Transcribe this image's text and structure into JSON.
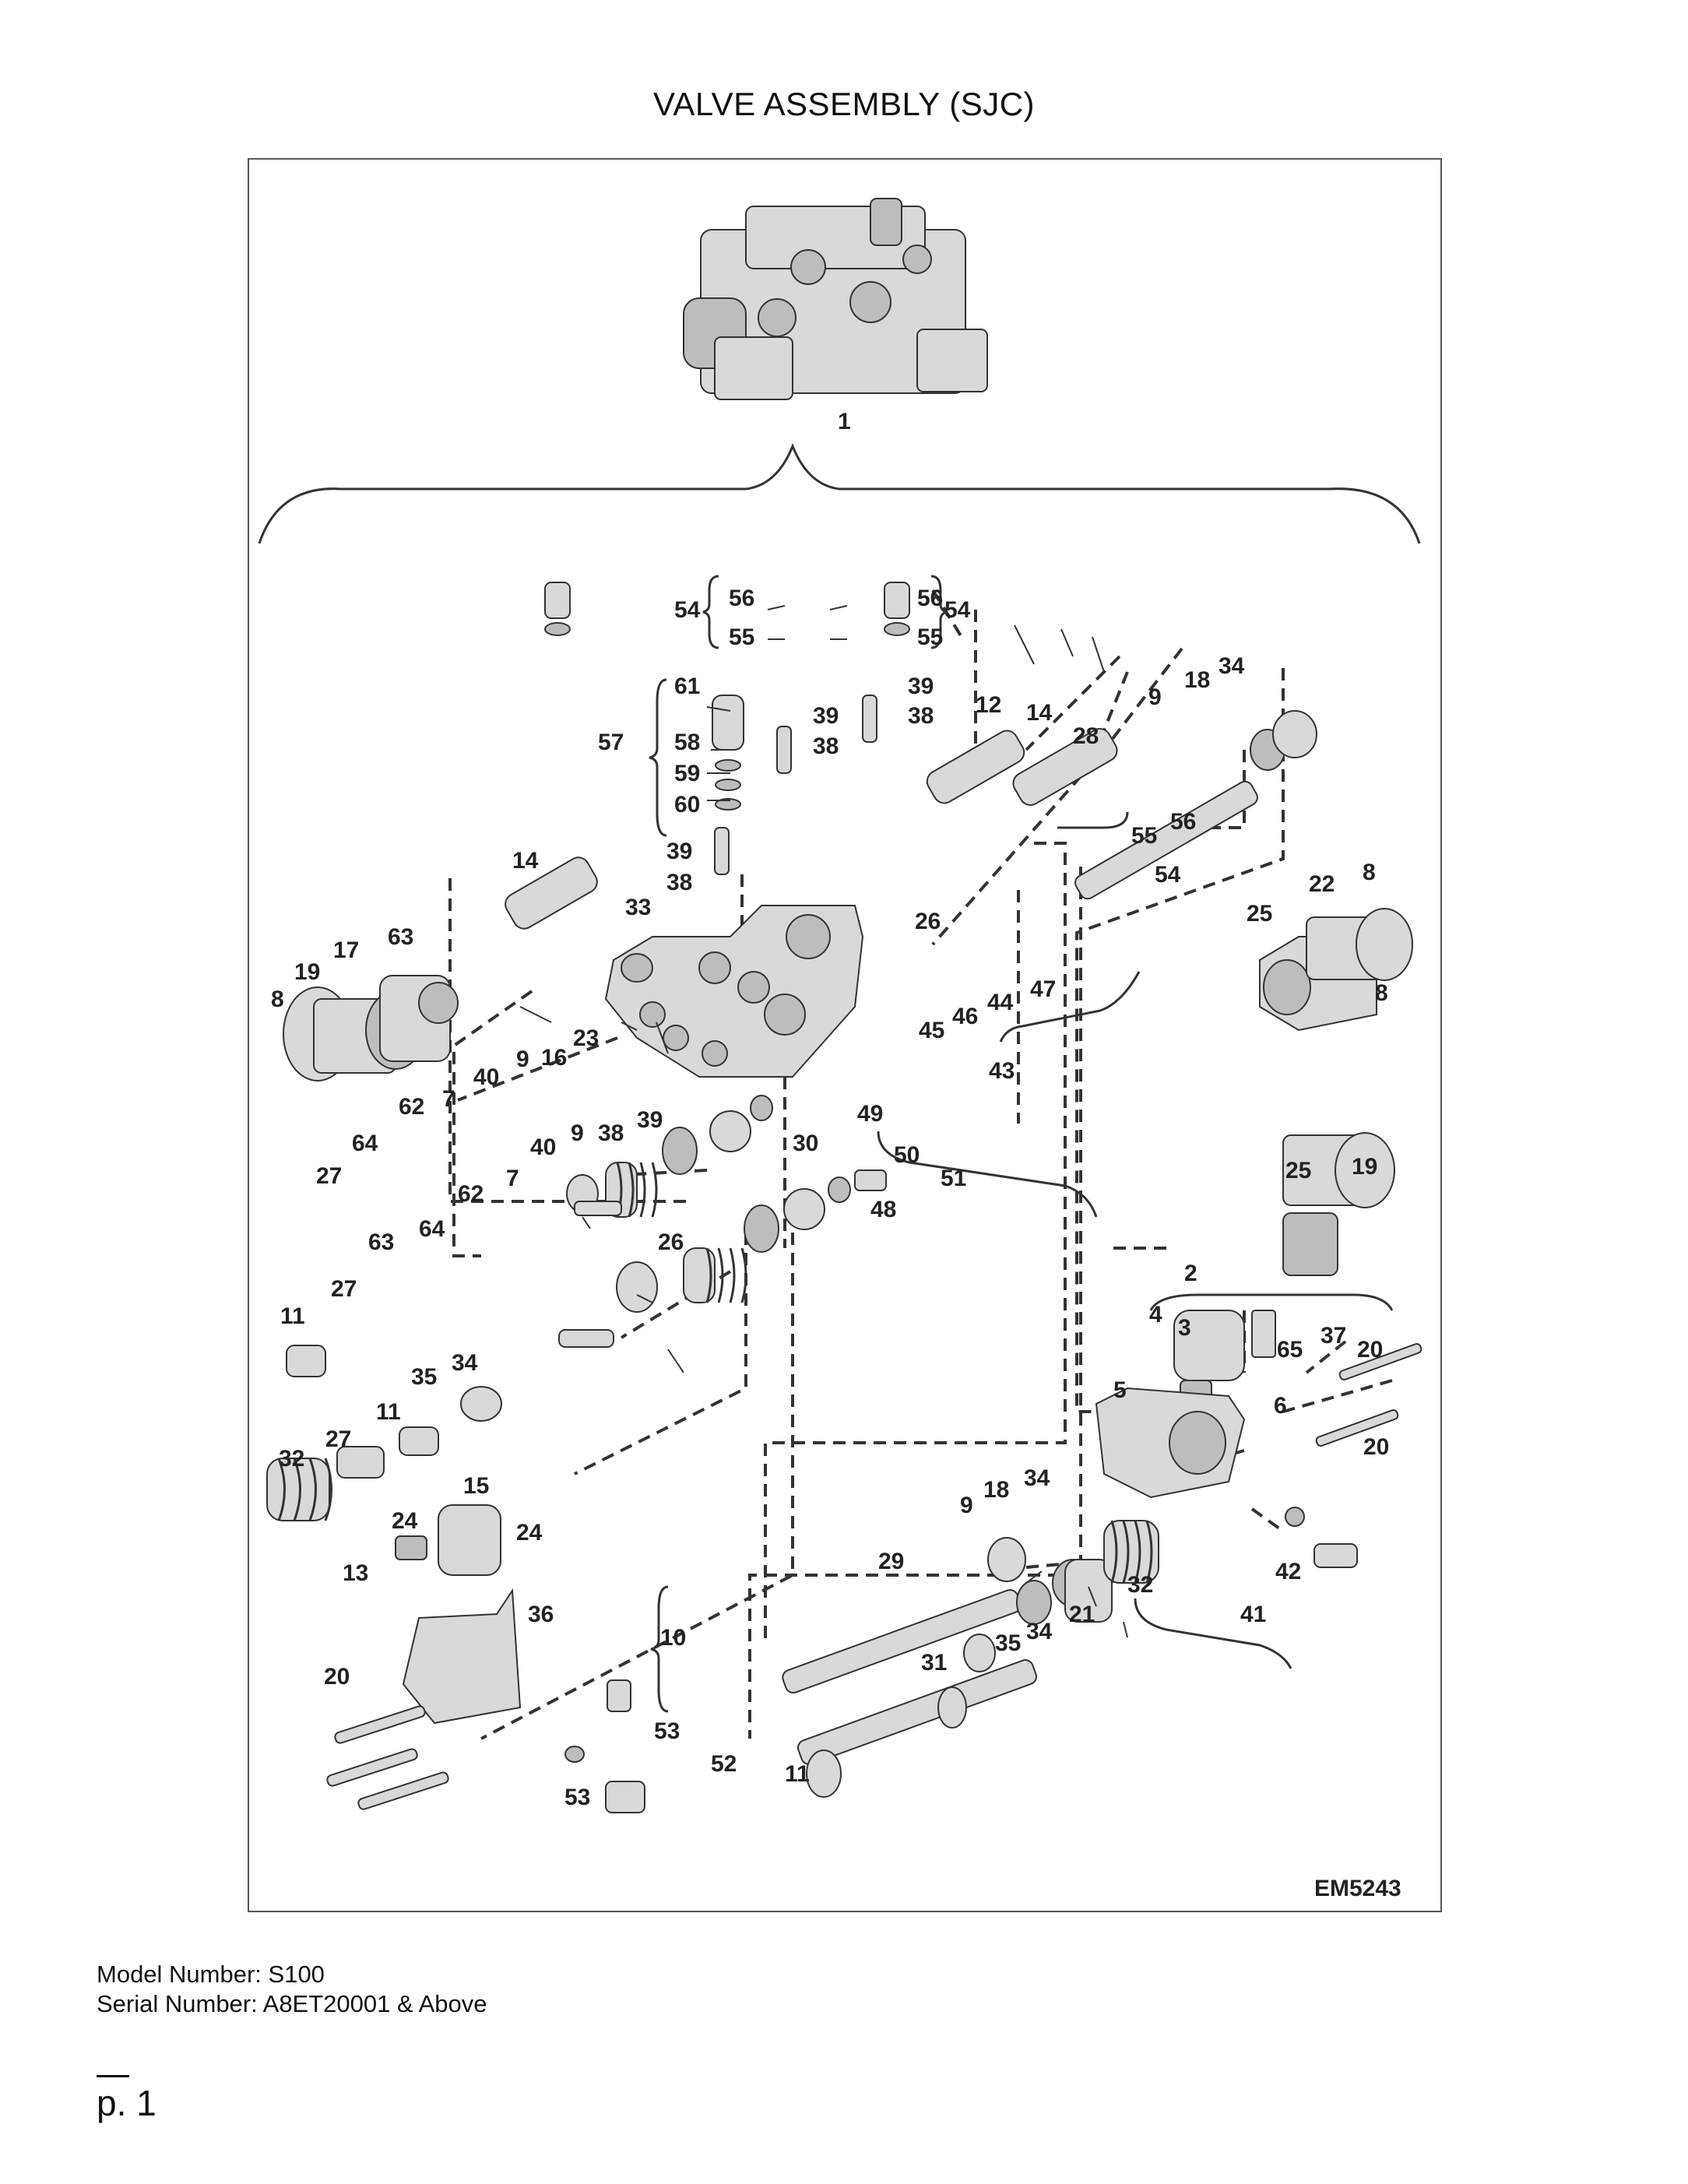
{
  "document": {
    "title": "VALVE ASSEMBLY (SJC)",
    "figure_code": "EM5243",
    "model_line": "Model Number: S100",
    "serial_line": "Serial Number: A8ET20001 & Above",
    "page_label": "p. 1"
  },
  "callouts": {
    "c1": "1",
    "c2": "2",
    "c3": "3",
    "c4": "4",
    "c5": "5",
    "c6": "6",
    "c7a": "7",
    "c7b": "7",
    "c8a": "8",
    "c8b": "8",
    "c8c": "8",
    "c9a": "9",
    "c9b": "9",
    "c9c": "9",
    "c9d": "9",
    "c10": "10",
    "c11a": "11",
    "c11b": "11",
    "c11c": "11",
    "c12": "12",
    "c13": "13",
    "c14a": "14",
    "c14b": "14",
    "c15": "15",
    "c16": "16",
    "c17": "17",
    "c18a": "18",
    "c18b": "18",
    "c19a": "19",
    "c19b": "19",
    "c20a": "20",
    "c20b": "20",
    "c20c": "20",
    "c21": "21",
    "c22": "22",
    "c23": "23",
    "c24a": "24",
    "c24b": "24",
    "c25a": "25",
    "c25b": "25",
    "c26a": "26",
    "c26b": "26",
    "c27a": "27",
    "c27b": "27",
    "c27c": "27",
    "c28": "28",
    "c29": "29",
    "c30": "30",
    "c31": "31",
    "c32a": "32",
    "c32b": "32",
    "c33": "33",
    "c34a": "34",
    "c34b": "34",
    "c34c": "34",
    "c34d": "34",
    "c35a": "35",
    "c35b": "35",
    "c36": "36",
    "c37": "37",
    "c38a": "38",
    "c38b": "38",
    "c38c": "38",
    "c38d": "38",
    "c39a": "39",
    "c39b": "39",
    "c39c": "39",
    "c39d": "39",
    "c40a": "40",
    "c40b": "40",
    "c41": "41",
    "c42": "42",
    "c43": "43",
    "c44": "44",
    "c45": "45",
    "c46": "46",
    "c47": "47",
    "c48": "48",
    "c49": "49",
    "c50": "50",
    "c51": "51",
    "c52": "52",
    "c53a": "53",
    "c53b": "53",
    "c54a": "54",
    "c54b": "54",
    "c54c": "54",
    "c55a": "55",
    "c55b": "55",
    "c55c": "55",
    "c56a": "56",
    "c56b": "56",
    "c56c": "56",
    "c57": "57",
    "c58": "58",
    "c59": "59",
    "c60": "60",
    "c61": "61",
    "c62a": "62",
    "c62b": "62",
    "c63a": "63",
    "c63b": "63",
    "c64a": "64",
    "c64b": "64",
    "c65": "65"
  }
}
